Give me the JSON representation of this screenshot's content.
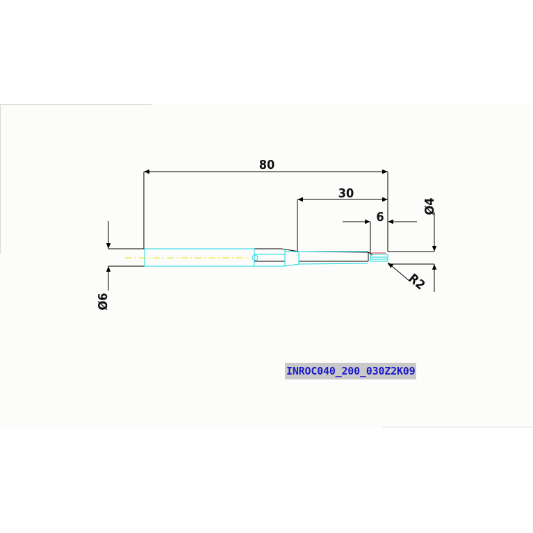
{
  "drawing": {
    "dimensions": {
      "overall_length": "80",
      "shank_length": "30",
      "tip_length": "6",
      "tip_diameter": "Ø4",
      "body_diameter": "Ø6",
      "corner_radius": "R2"
    },
    "part_number": "INROC040_200_030Z2K09"
  },
  "colors": {
    "outline": "#000000",
    "cyan_hidden": "#19d7e6",
    "center_line": "#e6e600",
    "tip_red": "#e23030",
    "label_text": "#1a1acc",
    "label_bg": "#c9c9c9"
  }
}
